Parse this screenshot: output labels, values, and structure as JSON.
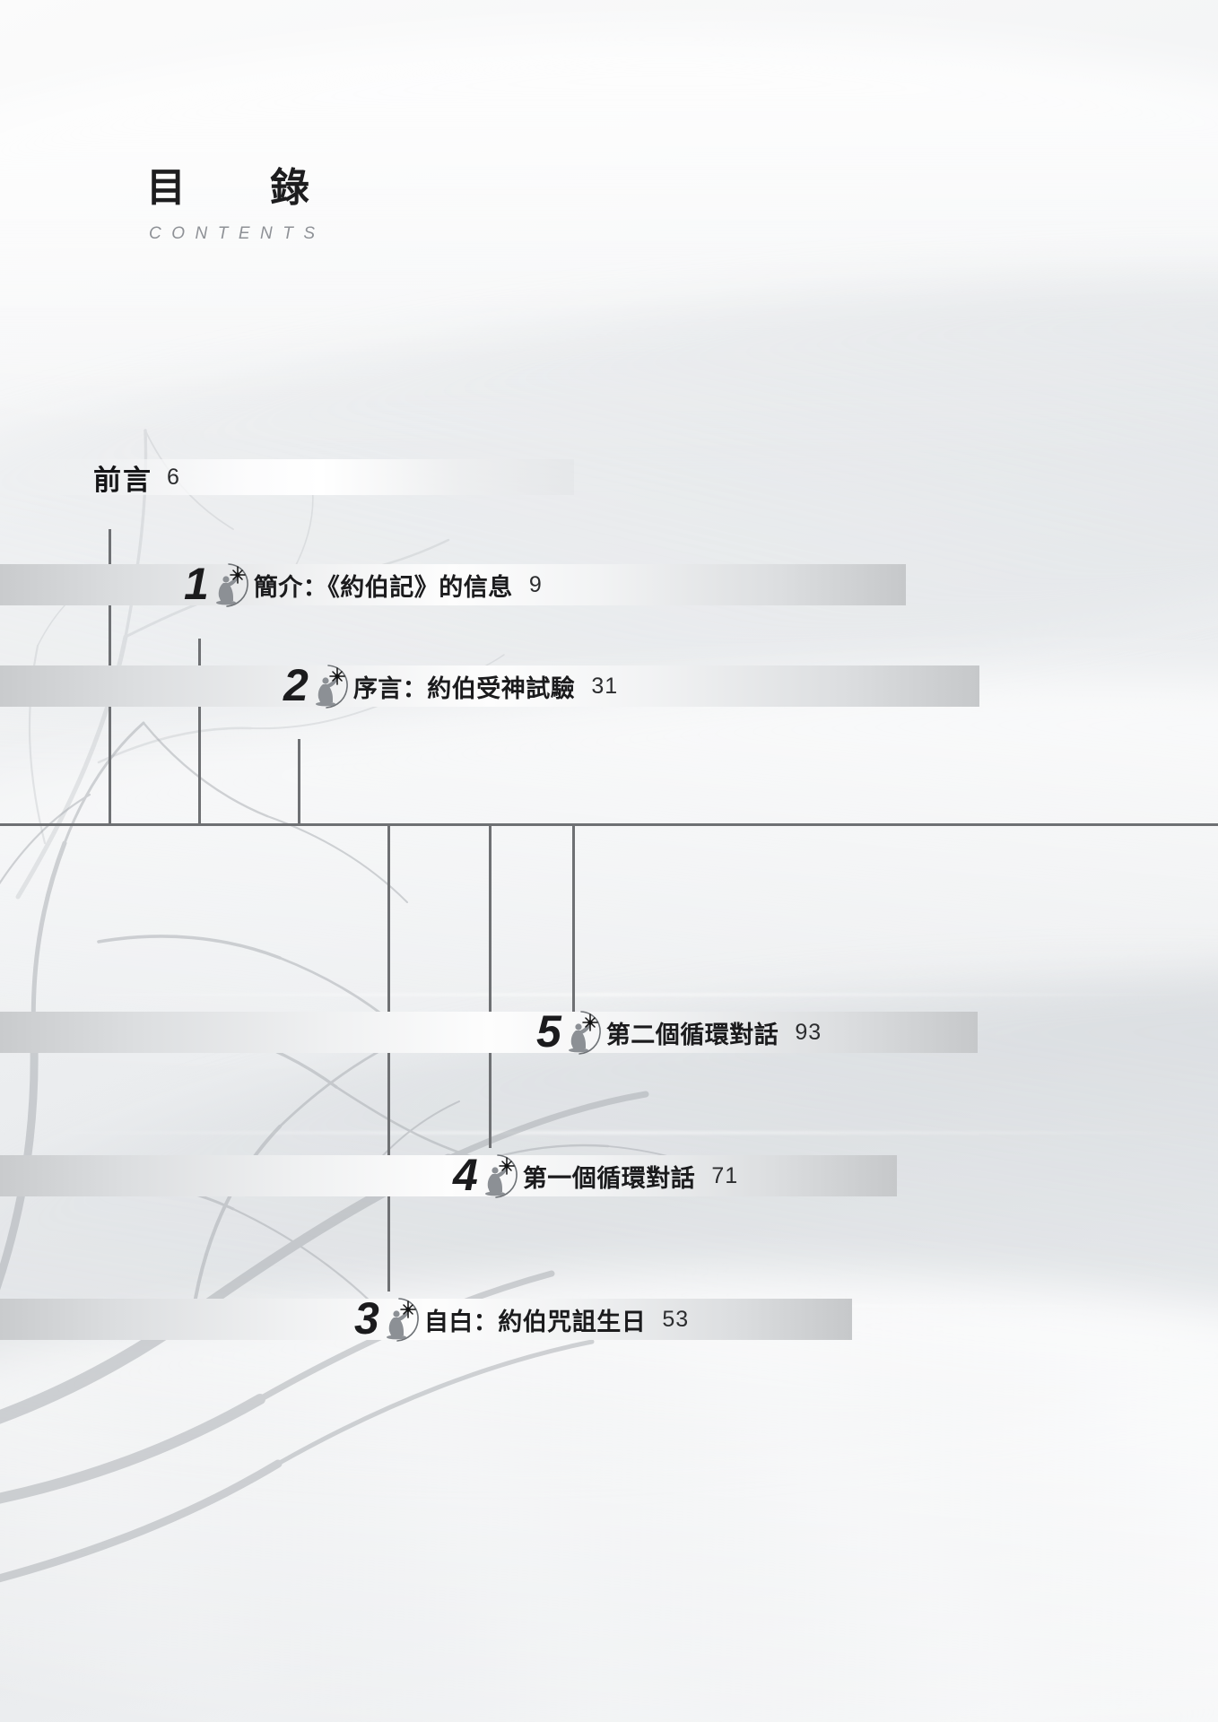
{
  "page": {
    "title_cjk": "目錄",
    "title_en": "CONTENTS",
    "accent_dark": "#1b1b1d",
    "accent_line": "#6e7073",
    "muted": "#8e9196"
  },
  "preface": {
    "label": "前言",
    "page": "6"
  },
  "chapters": [
    {
      "number": "1",
      "title": "簡介：《約伯記》的信息",
      "page": "9",
      "icon": "kneeling-figure-sparkle-logo"
    },
    {
      "number": "2",
      "title": "序言：約伯受神試驗",
      "page": "31",
      "icon": "kneeling-figure-sparkle-logo"
    },
    {
      "number": "5",
      "title": "第二個循環對話",
      "page": "93",
      "icon": "kneeling-figure-sparkle-logo"
    },
    {
      "number": "4",
      "title": "第一個循環對話",
      "page": "71",
      "icon": "kneeling-figure-sparkle-logo"
    },
    {
      "number": "3",
      "title": "自白：約伯咒詛生日",
      "page": "53",
      "icon": "kneeling-figure-sparkle-logo"
    }
  ]
}
